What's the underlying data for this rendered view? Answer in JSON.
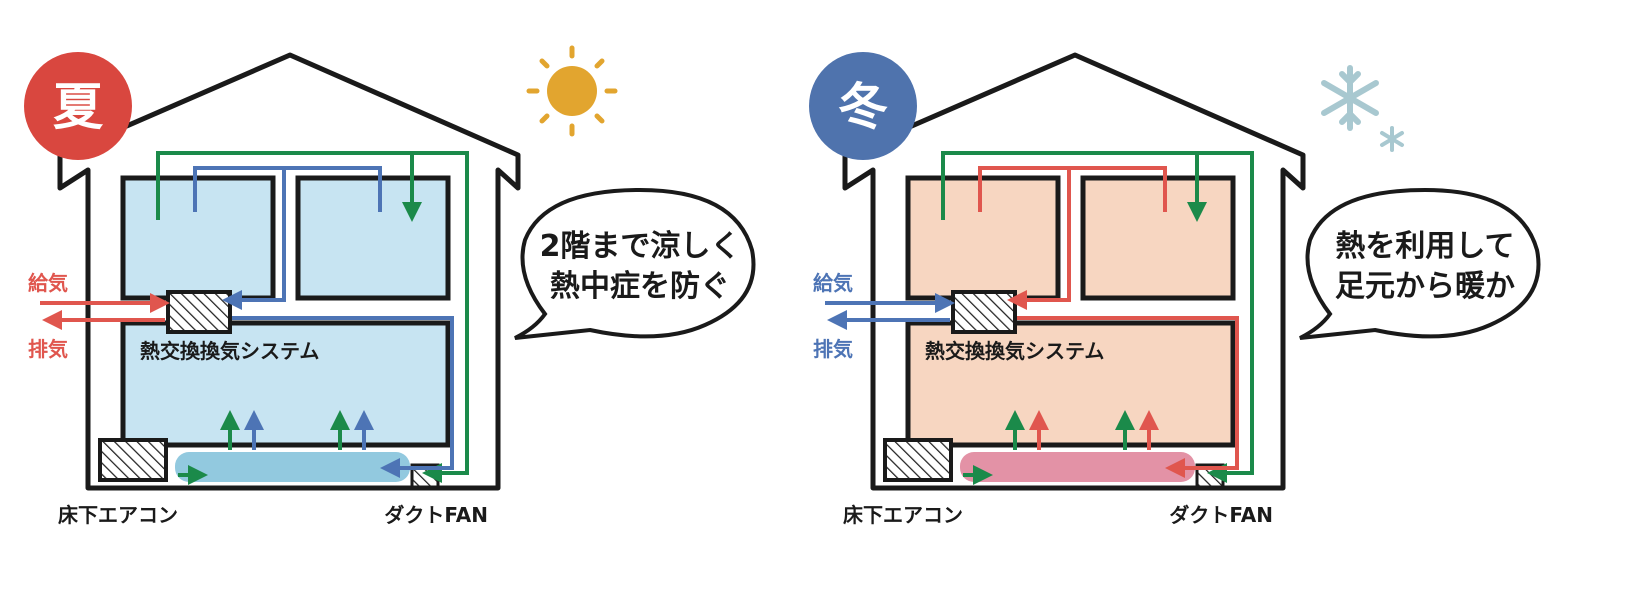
{
  "summer": {
    "badge": "夏",
    "bubble_line1": "2階まで涼しく",
    "bubble_line2": "熱中症を防ぐ",
    "supply_label": "給気",
    "exhaust_label": "排気",
    "system_label": "熱交換換気システム",
    "aircon_label": "床下エアコン",
    "fan_label": "ダクトFAN"
  },
  "winter": {
    "badge": "冬",
    "bubble_line1": "熱を利用して",
    "bubble_line2": "足元から暖か",
    "supply_label": "給気",
    "exhaust_label": "排気",
    "system_label": "熱交換換気システム",
    "aircon_label": "床下エアコン",
    "fan_label": "ダクトFAN"
  },
  "colors": {
    "summer_badge": "#d9473f",
    "winter_badge": "#4f73ad",
    "summer_room": "#c7e4f2",
    "winter_room": "#f7d6c1",
    "summer_floor_air": "#7fbfd9",
    "winter_floor_air": "#e0869c",
    "sun": "#e2a52f",
    "snow": "#a8c8d0",
    "green_duct": "#1b8a4a",
    "blue_duct": "#4d74b5",
    "red_duct": "#e0564e"
  }
}
